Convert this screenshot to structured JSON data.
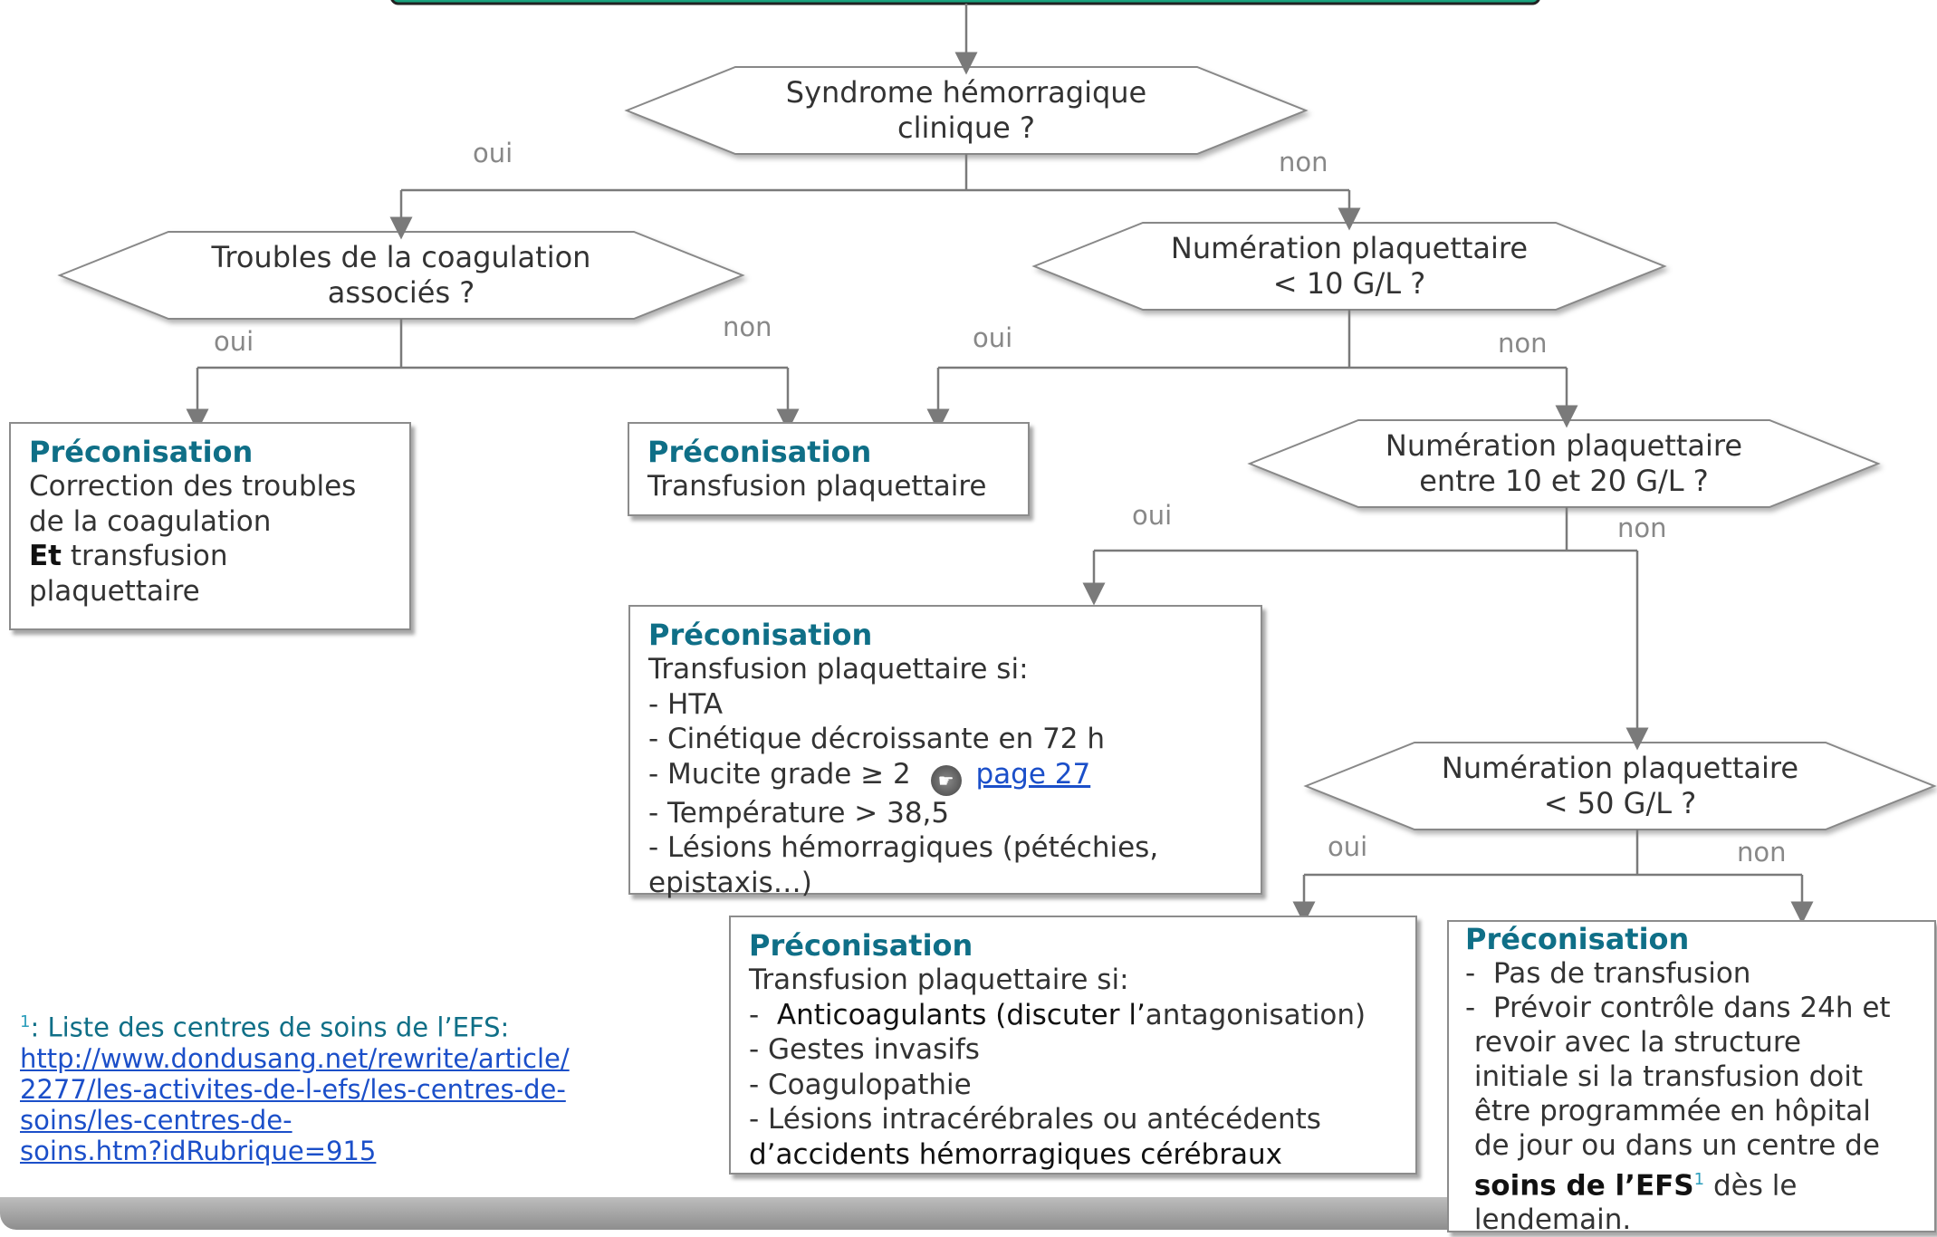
{
  "decisions": {
    "d1": "Syndrome hémorragique clinique ?",
    "d2": "Troubles de la coagulation associés ?",
    "d3": "Numération plaquettaire < 10 G/L ?",
    "d4": "Numération plaquettaire entre 10 et 20 G/L ?",
    "d5": "Numération plaquettaire < 50 G/L ?"
  },
  "branch_labels": {
    "d1_yes": "oui",
    "d1_no": "non",
    "d2_yes": "oui",
    "d2_no": "non",
    "d3_yes": "oui",
    "d3_no": "non",
    "d4_yes": "oui",
    "d4_no": "non",
    "d5_yes": "oui",
    "d5_no": "non"
  },
  "boxes": {
    "heading": "Préconisation",
    "b1": {
      "line1": "Correction des troubles",
      "line2": "de la coagulation",
      "et": "Et",
      "line3": " transfusion",
      "line4": "plaquettaire"
    },
    "b2": {
      "text": "Transfusion plaquettaire"
    },
    "b3": {
      "intro": "Transfusion plaquettaire si:",
      "items": [
        "-  HTA",
        "-  Cinétique décroissante en 72 h",
        "-  Mucite grade ≥ 2",
        "-  Température > 38,5",
        "-  Lésions hémorragiques (pétéchies,"
      ],
      "link": "page 27",
      "last": " epistaxis…)"
    },
    "b4": {
      "intro": "Transfusion plaquettaire si:",
      "item1_dash": "-  ",
      "item1_strong": "Anticoagulants (discuter l’",
      "item1_rest": "antagonisation)",
      "items": [
        "-  Gestes invasifs",
        "-  Coagulopathie",
        "-  Lésions intracérébrales ou antécédents"
      ],
      "last": " d’accidents hémorragiques cérébraux"
    },
    "b5": {
      "item1": "-  Pas de transfusion",
      "item2": "-  Prévoir contrôle dans 24h et",
      "line3": " revoir avec la structure",
      "line4": " initiale si la transfusion doit",
      "line5": " être programmée en hôpital",
      "line6": " de jour ou dans un centre de",
      "bold": "soins de l’EFS",
      "sup": "1",
      "after": " dès le",
      "line8": " lendemain."
    }
  },
  "footnote": {
    "sup": "1",
    "title": ": Liste des centres de soins de l’EFS:",
    "url_lines": [
      "http://www.dondusang.net/rewrite/article/",
      "2277/les-activites-de-l-efs/les-centres-de-",
      "soins/les-centres-de-",
      "soins.htm?idRubrique=915"
    ]
  },
  "colors": {
    "accent": "#0f6f87",
    "top_bar": "#0fa07a",
    "link": "#1b4fc9",
    "lines": "#7a7a7a"
  }
}
